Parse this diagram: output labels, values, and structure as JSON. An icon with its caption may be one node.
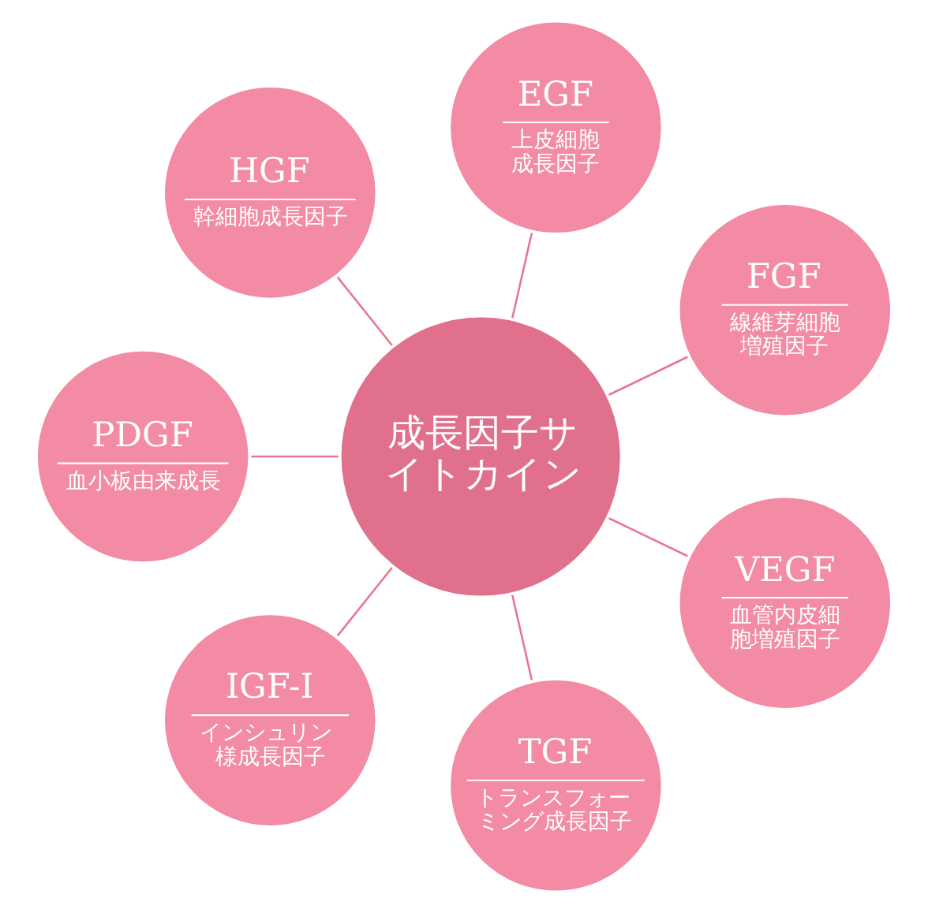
{
  "diagram": {
    "nodes": [
      {
        "text": [
          "EGF",
          "上皮細胞成長因子"
        ]
      },
      {
        "text": [
          "HGF",
          "幹細胞成長因子"
        ]
      },
      {
        "text": [
          "FGF",
          "線維芽細胞増殖因子"
        ]
      },
      {
        "text": [
          "成長因子サイトカイン"
        ]
      },
      {
        "text": [
          "PDGF",
          "血小板由来成長"
        ]
      },
      {
        "text": [
          "VEGF",
          "血管内皮細胞増殖因子"
        ]
      },
      {
        "text": [
          "IGF-I",
          "インシュリン様成長因子"
        ]
      },
      {
        "text": [
          "TGF",
          "トランスフォーミング成長因子"
        ]
      }
    ],
    "edges": [
      {
        "from": 3,
        "to": 0,
        "arrow": "none"
      },
      {
        "from": 3,
        "to": 1,
        "arrow": "none"
      },
      {
        "from": 3,
        "to": 2,
        "arrow": "none"
      },
      {
        "from": 3,
        "to": 4,
        "arrow": "none"
      },
      {
        "from": 3,
        "to": 5,
        "arrow": "none"
      },
      {
        "from": 3,
        "to": 6,
        "arrow": "none"
      },
      {
        "from": 3,
        "to": 7,
        "arrow": "none"
      }
    ]
  }
}
